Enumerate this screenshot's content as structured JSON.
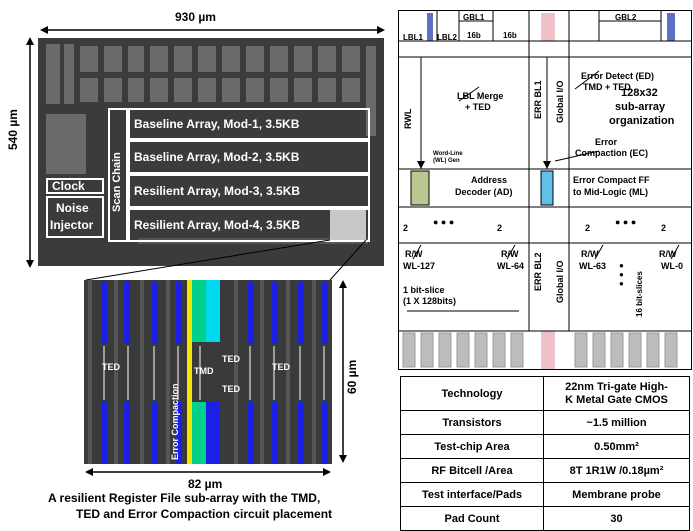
{
  "die": {
    "width_label": "930 µm",
    "height_label": "540 µm",
    "modules": [
      "Baseline Array, Mod-1, 3.5KB",
      "Baseline Array, Mod-2, 3.5KB",
      "Resilient Array, Mod-3, 3.5KB",
      "Resilient Array, Mod-4, 3.5KB"
    ],
    "scan_chain": "Scan Chain",
    "clock": "Clock",
    "noise_line1": "Noise",
    "noise_line2": "Injector"
  },
  "zoom": {
    "width_label": "82 µm",
    "height_label": "60 µm",
    "ted": "TED",
    "tmd": "TMD",
    "error_compaction": "Error Compaction",
    "caption_line1": "A resilient Register File sub-array with the TMD,",
    "caption_line2": "TED and Error Compaction circuit placement"
  },
  "schematic": {
    "lbl1": "LBL1",
    "lbl2": "LBL2",
    "gbl1": "GBL1",
    "gbl2": "GBL2",
    "b16a": "16b",
    "b16b": "16b",
    "rwl": "RWL",
    "lbl_merge_1": "LBL Merge",
    "lbl_merge_2": "+ TED",
    "err_bl1": "ERR BL1",
    "err_bl2": "ERR BL2",
    "global_io": "Global I/O",
    "ed_1": "Error Detect (ED)",
    "ed_2": "TMD + TED",
    "org_1": "128x32",
    "org_2": "sub-array",
    "org_3": "organization",
    "ec_1": "Error",
    "ec_2": "Compaction (EC)",
    "wl_gen_1": "Word-Line",
    "wl_gen_2": "(WL) Gen",
    "ad_1": "Address",
    "ad_2": "Decoder (AD)",
    "ff_1": "Error Compact FF",
    "ff_2": "to Mid-Logic (ML)",
    "two": "2",
    "dots": "● ● ●",
    "rw": "R/W",
    "wl127": "WL-127",
    "wl64": "WL-64",
    "wl63": "WL-63",
    "wl0": "WL-0",
    "slice_1": "1 bit-slice",
    "slice_2": "(1 X 128bits)",
    "slices16": "16 bit-slices"
  },
  "table": {
    "rows": [
      {
        "k": "Technology",
        "v1": "22nm Tri-gate High-",
        "v2": "K Metal Gate CMOS"
      },
      {
        "k": "Transistors",
        "v1": "~1.5 million",
        "v2": ""
      },
      {
        "k": "Test-chip Area",
        "v1": "0.50mm²",
        "v2": ""
      },
      {
        "k": "RF Bitcell /Area",
        "v1": "8T 1R1W /0.18µm²",
        "v2": ""
      },
      {
        "k": "Test interface/Pads",
        "v1": "Membrane probe",
        "v2": ""
      },
      {
        "k": "Pad Count",
        "v1": "30",
        "v2": ""
      }
    ]
  }
}
